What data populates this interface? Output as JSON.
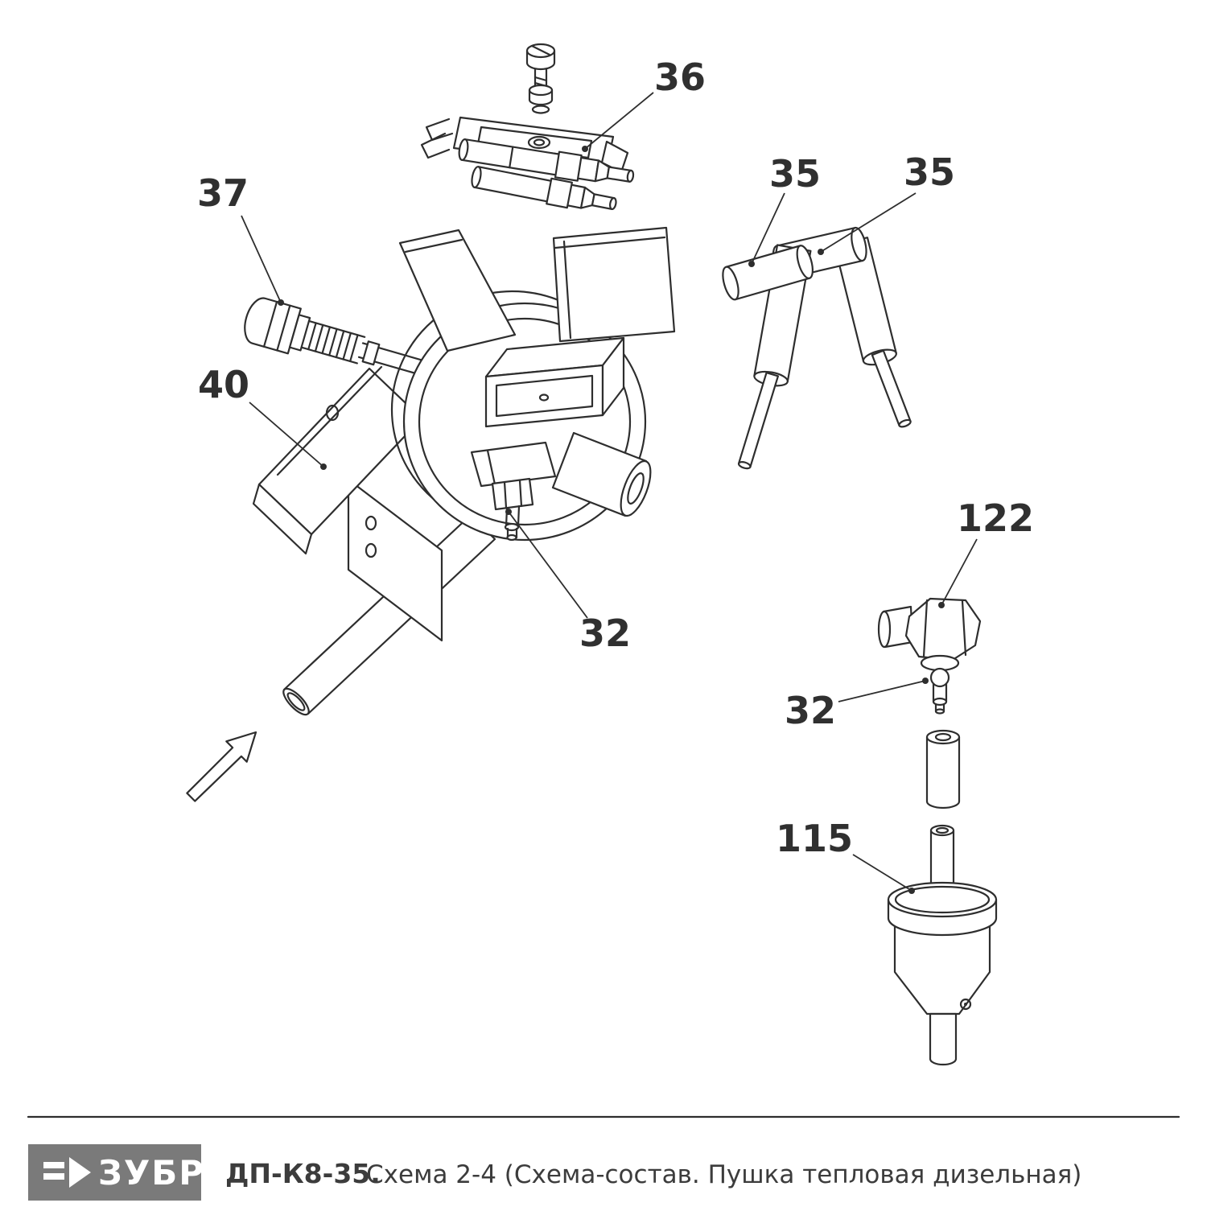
{
  "diagram": {
    "callouts": [
      {
        "part": "36"
      },
      {
        "part": "37"
      },
      {
        "part": "40"
      },
      {
        "part": "35"
      },
      {
        "part": "35"
      },
      {
        "part": "32"
      },
      {
        "part": "122"
      },
      {
        "part": "32"
      },
      {
        "part": "115"
      }
    ]
  },
  "footer": {
    "brand": "ЗУБР",
    "model": "ДП-К8-35.",
    "description": "Схема 2-4 (Схема-состав. Пушка тепловая дизельная)"
  },
  "colors": {
    "line": "#2e2e2e",
    "logo_background": "#7a7a7a",
    "text": "#3c3c3c"
  }
}
